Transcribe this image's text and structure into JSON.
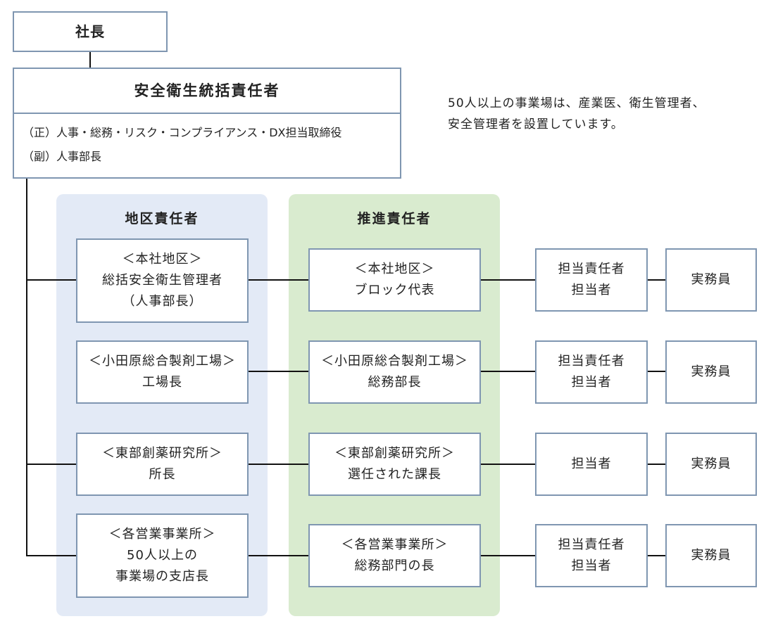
{
  "president": {
    "label": "社長"
  },
  "safety_head": {
    "title": "安全衛生統括責任者",
    "line1": "（正）人事・総務・リスク・コンプライアンス・DX担当取締役",
    "line2": "（副）人事部長"
  },
  "note": {
    "line1": "50人以上の事業場は、産業医、衛生管理者、",
    "line2": "安全管理者を設置しています。"
  },
  "panels": {
    "district": {
      "title": "地区責任者"
    },
    "promotion": {
      "title": "推進責任者"
    }
  },
  "rows": [
    {
      "district": [
        "＜本社地区＞",
        "総括安全衛生管理者",
        "（人事部長）"
      ],
      "promotion": [
        "＜本社地区＞",
        "ブロック代表"
      ],
      "officer": [
        "担当責任者",
        "担当者"
      ],
      "staff": "実務員"
    },
    {
      "district": [
        "＜小田原総合製剤工場＞",
        "工場長"
      ],
      "promotion": [
        "＜小田原総合製剤工場＞",
        "総務部長"
      ],
      "officer": [
        "担当責任者",
        "担当者"
      ],
      "staff": "実務員"
    },
    {
      "district": [
        "＜東部創薬研究所＞",
        "所長"
      ],
      "promotion": [
        "＜東部創薬研究所＞",
        "選任された課長"
      ],
      "officer": [
        "担当者"
      ],
      "staff": "実務員"
    },
    {
      "district": [
        "＜各営業事業所＞",
        "50人以上の",
        "事業場の支店長"
      ],
      "promotion": [
        "＜各営業事業所＞",
        "総務部門の長"
      ],
      "officer": [
        "担当責任者",
        "担当者"
      ],
      "staff": "実務員"
    }
  ],
  "colors": {
    "box_border": "#7f96b1",
    "district_panel": "#e3eaf6",
    "promotion_panel": "#d9ebcf",
    "connector": "#111111"
  }
}
